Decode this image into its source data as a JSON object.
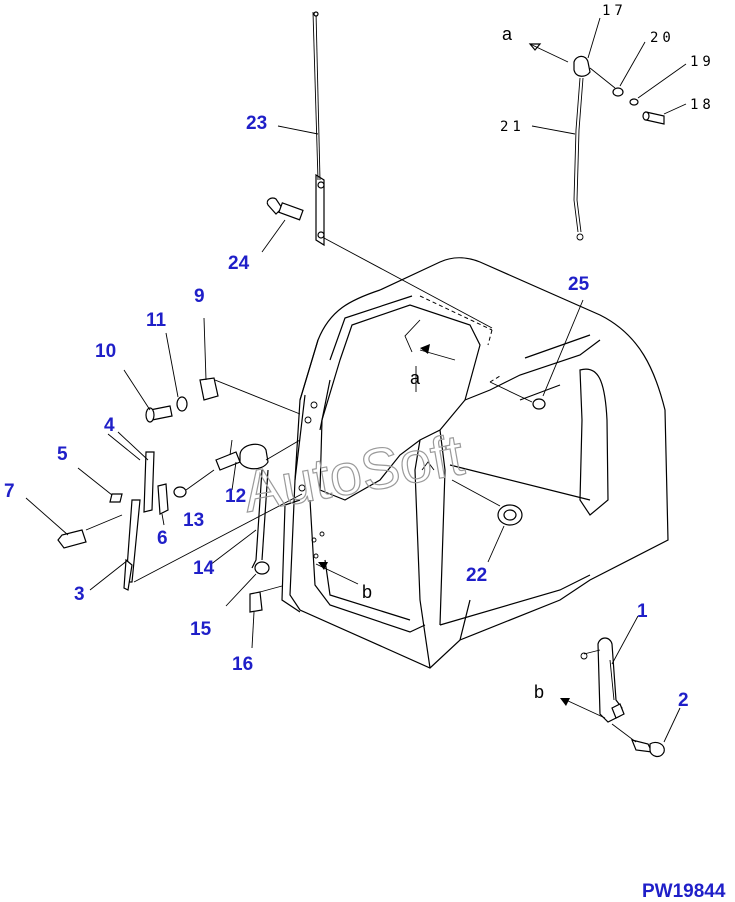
{
  "diagram": {
    "watermark": "AutoSoft",
    "drawing_code": "PW19844",
    "view_letters": {
      "a1": "a",
      "a2": "a",
      "b1": "b",
      "b2": "b"
    },
    "parts": {
      "p1": "1",
      "p2": "2",
      "p3": "3",
      "p4": "4",
      "p5": "5",
      "p6": "6",
      "p7": "7",
      "p9": "9",
      "p10": "10",
      "p11": "11",
      "p12": "12",
      "p13": "13",
      "p14": "14",
      "p15": "15",
      "p16": "16",
      "p22": "22",
      "p23": "23",
      "p24": "24",
      "p25": "25"
    },
    "detail_parts": {
      "p17": "17",
      "p18": "18",
      "p19": "19",
      "p20": "20",
      "p21": "21"
    }
  }
}
